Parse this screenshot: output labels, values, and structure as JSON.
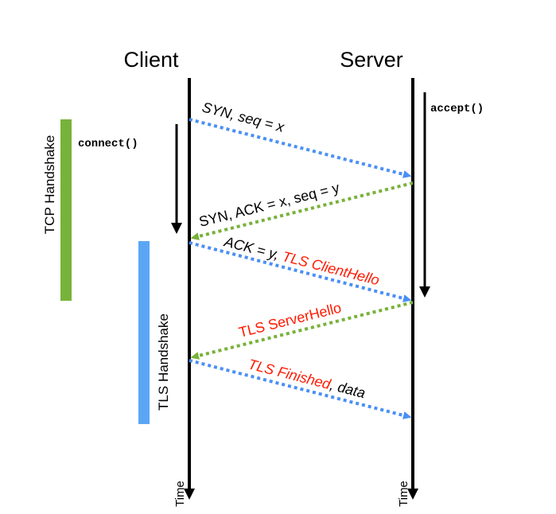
{
  "columns": {
    "client": "Client",
    "server": "Server"
  },
  "calls": {
    "client": "connect()",
    "server": "accept()"
  },
  "phases": {
    "tcp": "TCP Handshake",
    "tls": "TLS Handshake"
  },
  "time_label": "Time",
  "messages": [
    {
      "parts": [
        {
          "text": "SYN, seq = ",
          "color": "#000000"
        },
        {
          "text": "x",
          "color": "#000000"
        }
      ],
      "direction": "client-to-server",
      "color": "#4a8ff5"
    },
    {
      "parts": [
        {
          "text": "SYN, ACK = x, seq = y",
          "color": "#000000"
        }
      ],
      "direction": "server-to-client",
      "color": "#77b23a"
    },
    {
      "parts": [
        {
          "text": "ACK = y, ",
          "color": "#000000"
        },
        {
          "text": "TLS ClientHello",
          "color": "#ff1a00"
        }
      ],
      "direction": "client-to-server",
      "color": "#4a8ff5"
    },
    {
      "parts": [
        {
          "text": "TLS ServerHello",
          "color": "#ff1a00"
        }
      ],
      "direction": "server-to-client",
      "color": "#77b23a"
    },
    {
      "parts": [
        {
          "text": "TLS Finished",
          "color": "#ff1a00"
        },
        {
          "text": ", data",
          "color": "#000000"
        }
      ],
      "direction": "client-to-server",
      "color": "#4a8ff5"
    }
  ],
  "colors": {
    "tcp_bar": "#77b23a",
    "tls_bar": "#5aa6f5",
    "request": "#4a8ff5",
    "response": "#77b23a",
    "tls_text": "#ff1a00"
  }
}
